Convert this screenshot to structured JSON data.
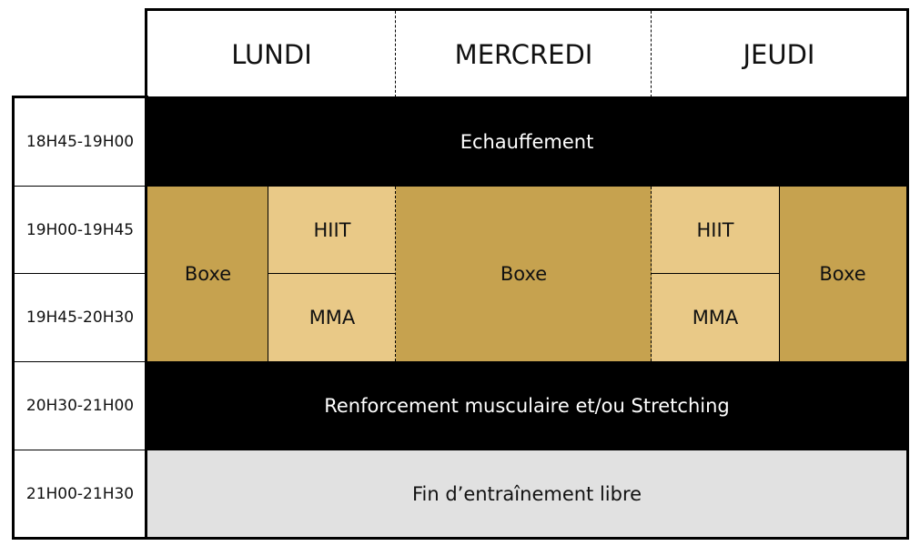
{
  "days": [
    "LUNDI",
    "MERCREDI",
    "JEUDI"
  ],
  "times": [
    "18H45-19H00",
    "19H00-19H45",
    "19H45-20H30",
    "20H30-21H00",
    "21H00-21H30"
  ],
  "sessions": {
    "warmup": "Echauffement",
    "lundi_boxe": "Boxe",
    "lundi_hiit": "HIIT",
    "lundi_mma": "MMA",
    "mercredi_boxe": "Boxe",
    "jeudi_hiit": "HIIT",
    "jeudi_mma": "MMA",
    "jeudi_boxe": "Boxe",
    "strength": "Renforcement musculaire et/ou Stretching",
    "free": "Fin d’entraînement libre"
  },
  "colors": {
    "dark": "#000000",
    "gold": "#c6a24f",
    "light_gold": "#e9c987",
    "grey": "#e1e1e1"
  }
}
